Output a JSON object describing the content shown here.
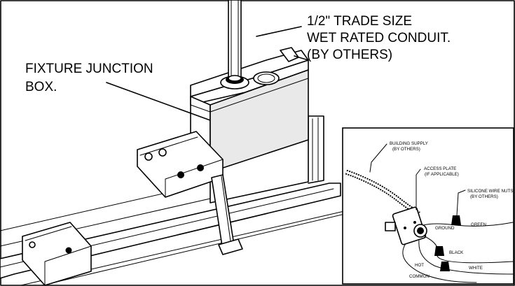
{
  "labels": {
    "conduit": [
      "1/2\" TRADE SIZE",
      "WET RATED CONDUIT.",
      "(BY OTHERS)"
    ],
    "junction_box": [
      "FIXTURE JUNCTION",
      "BOX."
    ]
  },
  "inset": {
    "building_supply": [
      "BUILDING SUPPLY",
      "(BY OTHERS)"
    ],
    "access_plate": [
      "ACCESS PLATE",
      "(IF APPLICABLE)"
    ],
    "wire_nuts": [
      "SILICONE WIRE NUTS",
      "(BY OTHERS)"
    ],
    "ground": "GROUND",
    "green": "GREEN",
    "black": "BLACK",
    "hot": "HOT",
    "white": "WHITE",
    "common": "COMMON"
  }
}
